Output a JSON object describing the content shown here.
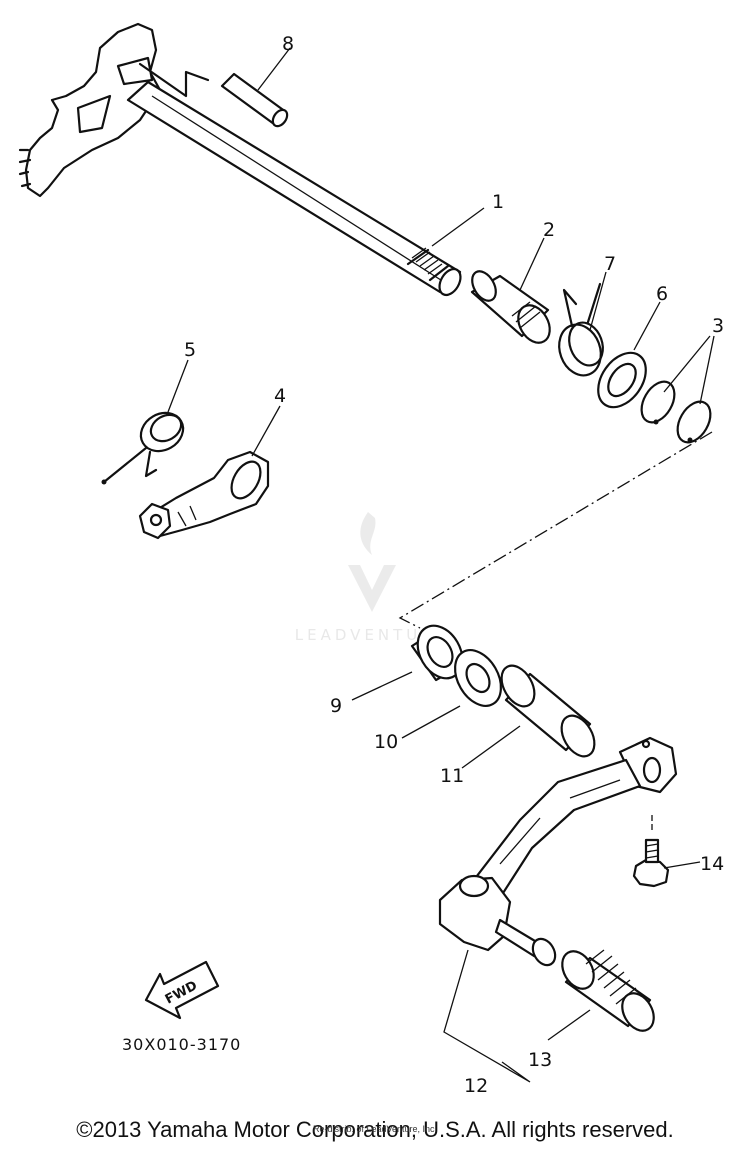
{
  "diagram": {
    "callouts": {
      "c1": "1",
      "c2": "2",
      "c3": "3",
      "c4": "4",
      "c5": "5",
      "c6": "6",
      "c7": "7",
      "c8": "8",
      "c9": "9",
      "c10": "10",
      "c11": "11",
      "c12": "12",
      "c13": "13",
      "c14": "14"
    },
    "fwd_label": "FWD",
    "part_code": "30X010-3170",
    "watermark": "LEADVENTURE"
  },
  "footer": {
    "copyright": "©2013 Yamaha Motor Corporation, U.S.A. All rights reserved.",
    "overlay_note": "Re-distrib. of LeadVenture, Inc."
  }
}
